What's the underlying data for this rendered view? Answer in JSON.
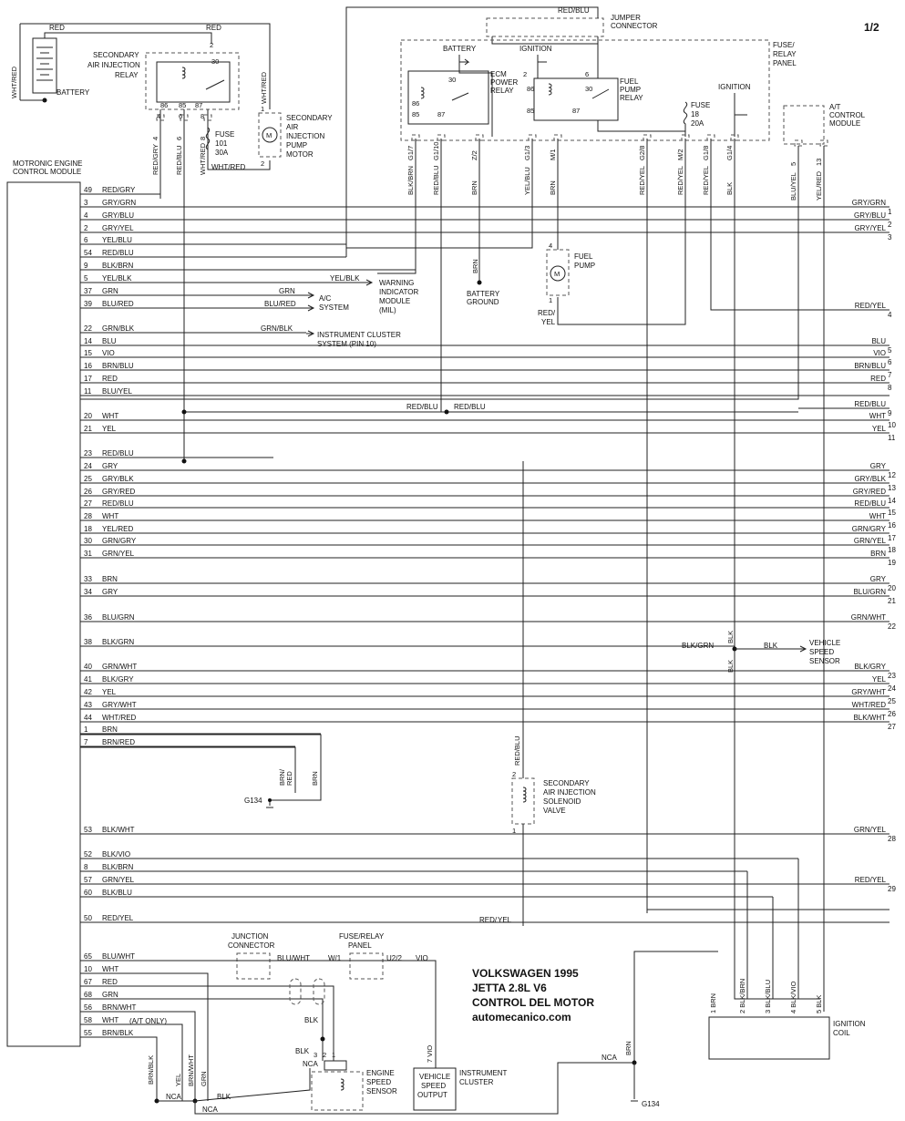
{
  "page": {
    "label": "1/2"
  },
  "credits": {
    "line1": "VOLKSWAGEN 1995",
    "line2": "JETTA 2.8L V6",
    "line3": "CONTROL DEL MOTOR",
    "line4": "automecanico.com"
  },
  "ecm": {
    "label1": "MOTRONIC ENGINE",
    "label2": "CONTROL MODULE"
  },
  "components": {
    "battery": "BATTERY",
    "sec_air_relay": [
      "SECONDARY",
      "AIR INJECTION",
      "RELAY"
    ],
    "fuse101": [
      "FUSE",
      "101",
      "30A"
    ],
    "sec_air_pump": [
      "SECONDARY",
      "AIR",
      "INJECTION",
      "PUMP",
      "MOTOR"
    ],
    "jumper": [
      "JUMPER",
      "CONNECTOR"
    ],
    "fuse_panel": [
      "FUSE/",
      "RELAY",
      "PANEL"
    ],
    "battery_small": "BATTERY",
    "ignition_a": "IGNITION",
    "ignition_b": "IGNITION",
    "ecm_relay": [
      "ECM",
      "POWER",
      "RELAY"
    ],
    "fuel_pump_relay": [
      "FUEL",
      "PUMP",
      "RELAY"
    ],
    "fuse18": [
      "FUSE",
      "18",
      "20A"
    ],
    "at_module": [
      "A/T",
      "CONTROL",
      "MODULE"
    ],
    "fuel_pump": [
      "FUEL",
      "PUMP"
    ],
    "battery_ground": [
      "BATTERY",
      "GROUND"
    ],
    "warning": [
      "WARNING",
      "INDICATOR",
      "MODULE",
      "(MIL)"
    ],
    "ac": [
      "A/C",
      "SYSTEM"
    ],
    "instrument": [
      "INSTRUMENT CLUSTER",
      "SYSTEM (PIN 10)"
    ],
    "vss": [
      "VEHICLE",
      "SPEED",
      "SENSOR"
    ],
    "solenoid": [
      "SECONDARY",
      "AIR INJECTION",
      "SOLENOID",
      "VALVE"
    ],
    "g134a": "G134",
    "g134b": "G134",
    "junction": [
      "JUNCTION",
      "CONNECTOR"
    ],
    "fuse_panel2": [
      "FUSE/RELAY",
      "PANEL"
    ],
    "ess": [
      "ENGINE",
      "SPEED",
      "SENSOR"
    ],
    "vso": [
      "VEHICLE",
      "SPEED",
      "OUTPUT"
    ],
    "cluster2": [
      "INSTRUMENT",
      "CLUSTER"
    ],
    "coil": [
      "IGNITION",
      "COIL"
    ]
  },
  "ecm_pins": [
    {
      "pin": "49",
      "color": "RED/GRY"
    },
    {
      "pin": "3",
      "color": "GRY/GRN"
    },
    {
      "pin": "4",
      "color": "GRY/BLU"
    },
    {
      "pin": "2",
      "color": "GRY/YEL"
    },
    {
      "pin": "6",
      "color": "YEL/BLU"
    },
    {
      "pin": "54",
      "color": "RED/BLU"
    },
    {
      "pin": "9",
      "color": "BLK/BRN"
    },
    {
      "pin": "5",
      "color": "YEL/BLK"
    },
    {
      "pin": "37",
      "color": "GRN"
    },
    {
      "pin": "39",
      "color": "BLU/RED"
    },
    {
      "pin": "22",
      "color": "GRN/BLK"
    },
    {
      "pin": "14",
      "color": "BLU"
    },
    {
      "pin": "15",
      "color": "VIO"
    },
    {
      "pin": "16",
      "color": "BRN/BLU"
    },
    {
      "pin": "17",
      "color": "RED"
    },
    {
      "pin": "11",
      "color": "BLU/YEL"
    },
    {
      "pin": "20",
      "color": "WHT"
    },
    {
      "pin": "21",
      "color": "YEL"
    },
    {
      "pin": "23",
      "color": "RED/BLU"
    },
    {
      "pin": "24",
      "color": "GRY"
    },
    {
      "pin": "25",
      "color": "GRY/BLK"
    },
    {
      "pin": "26",
      "color": "GRY/RED"
    },
    {
      "pin": "27",
      "color": "RED/BLU"
    },
    {
      "pin": "28",
      "color": "WHT"
    },
    {
      "pin": "18",
      "color": "YEL/RED"
    },
    {
      "pin": "30",
      "color": "GRN/GRY"
    },
    {
      "pin": "31",
      "color": "GRN/YEL"
    },
    {
      "pin": "33",
      "color": "BRN"
    },
    {
      "pin": "34",
      "color": "GRY"
    },
    {
      "pin": "36",
      "color": "BLU/GRN"
    },
    {
      "pin": "38",
      "color": "BLK/GRN"
    },
    {
      "pin": "40",
      "color": "GRN/WHT"
    },
    {
      "pin": "41",
      "color": "BLK/GRY"
    },
    {
      "pin": "42",
      "color": "YEL"
    },
    {
      "pin": "43",
      "color": "GRY/WHT"
    },
    {
      "pin": "44",
      "color": "WHT/RED"
    },
    {
      "pin": "1",
      "color": "BRN"
    },
    {
      "pin": "7",
      "color": "BRN/RED"
    },
    {
      "pin": "53",
      "color": "BLK/WHT"
    },
    {
      "pin": "52",
      "color": "BLK/VIO"
    },
    {
      "pin": "8",
      "color": "BLK/BRN"
    },
    {
      "pin": "57",
      "color": "GRN/YEL"
    },
    {
      "pin": "60",
      "color": "BLK/BLU"
    },
    {
      "pin": "50",
      "color": "RED/YEL"
    },
    {
      "pin": "65",
      "color": "BLU/WHT"
    },
    {
      "pin": "10",
      "color": "WHT"
    },
    {
      "pin": "67",
      "color": "RED"
    },
    {
      "pin": "68",
      "color": "GRN"
    },
    {
      "pin": "56",
      "color": "BRN/WHT"
    },
    {
      "pin": "58",
      "color": "WHT"
    },
    {
      "pin": "55",
      "color": "BRN/BLK"
    }
  ],
  "right_labels": [
    {
      "color": "GRY/GRN",
      "num": "1"
    },
    {
      "color": "GRY/BLU",
      "num": "2"
    },
    {
      "color": "GRY/YEL",
      "num": "3"
    },
    {
      "color": "RED/YEL",
      "num": "4"
    },
    {
      "color": "BLU",
      "num": "5"
    },
    {
      "color": "VIO",
      "num": "6"
    },
    {
      "color": "BRN/BLU",
      "num": "7"
    },
    {
      "color": "RED",
      "num": "8"
    },
    {
      "color": "RED/BLU",
      "num": "9"
    },
    {
      "color": "WHT",
      "num": "10"
    },
    {
      "color": "YEL",
      "num": "11"
    },
    {
      "color": "GRY",
      "num": "12"
    },
    {
      "color": "GRY/BLK",
      "num": "13"
    },
    {
      "color": "GRY/RED",
      "num": "14"
    },
    {
      "color": "RED/BLU",
      "num": "15"
    },
    {
      "color": "WHT",
      "num": "16"
    },
    {
      "color": "GRN/GRY",
      "num": "17"
    },
    {
      "color": "GRN/YEL",
      "num": "18"
    },
    {
      "color": "BRN",
      "num": "19"
    },
    {
      "color": "GRY",
      "num": "20"
    },
    {
      "color": "BLU/GRN",
      "num": "21"
    },
    {
      "color": "GRN/WHT",
      "num": "22"
    },
    {
      "color": "BLK/GRY",
      "num": "23"
    },
    {
      "color": "YEL",
      "num": "24"
    },
    {
      "color": "GRY/WHT",
      "num": "25"
    },
    {
      "color": "WHT/RED",
      "num": "26"
    },
    {
      "color": "BLK/WHT",
      "num": "27"
    },
    {
      "color": "GRN/YEL",
      "num": "28"
    },
    {
      "color": "RED/YEL",
      "num": "29"
    }
  ],
  "vertical_wires": [
    {
      "color": "RED/GRY",
      "pin": "4"
    },
    {
      "color": "RED/BLU",
      "pin": "6"
    },
    {
      "color": "WHT/RED",
      "pin": "8"
    },
    {
      "color": "BLK/BRN",
      "pin": "G1/7"
    },
    {
      "color": "RED/BLU",
      "pin": "G1/10"
    },
    {
      "color": "BRN",
      "pin": "Z/2"
    },
    {
      "color": "YEL/BLU",
      "pin": "G1/3"
    },
    {
      "color": "BRN",
      "pin": "M/1"
    },
    {
      "color": "RED/YEL",
      "pin": "G2/8"
    },
    {
      "color": "RED/YEL",
      "pin": "M/2"
    },
    {
      "color": "RED/YEL",
      "pin": "G1/8"
    },
    {
      "color": "BLK",
      "pin": "G1/4"
    },
    {
      "color": "BLU/YEL",
      "pin": "5"
    },
    {
      "color": "YEL/RED",
      "pin": "13"
    }
  ],
  "misc": {
    "red": "RED",
    "wht_red": "WHT/RED",
    "red_blu": "RED/BLU",
    "red_yel": "RED/",
    "yel": "YEL",
    "brn": "BRN",
    "blk": "BLK",
    "blk_grn": "BLK/GRN",
    "at_only": "(A/T ONLY)",
    "nca": "NCA",
    "w1": "W/1",
    "u22": "U2/2",
    "vio": "VIO",
    "coil_pins": [
      "1 BRN",
      "2 BLK/BRN",
      "3 BLK/BLU",
      "4 BLK/VIO",
      "5 BLK"
    ],
    "brn_red": "BRN/",
    "red_only": "RED",
    "vio7": "7 VIO"
  }
}
